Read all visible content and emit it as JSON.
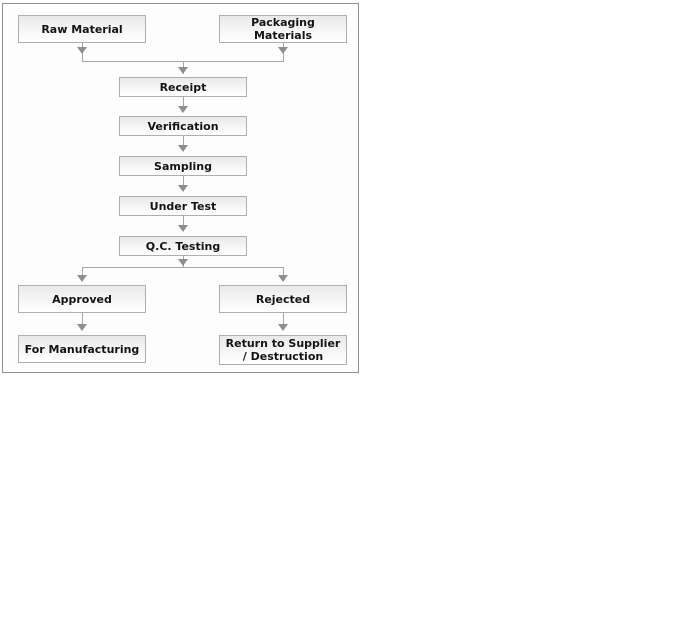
{
  "flowchart": {
    "description": "Material quality-control flow diagram",
    "nodes": [
      {
        "id": "raw-material",
        "label": "Raw Material"
      },
      {
        "id": "packaging-materials",
        "label": "Packaging Materials"
      },
      {
        "id": "receipt",
        "label": "Receipt"
      },
      {
        "id": "verification",
        "label": "Verification"
      },
      {
        "id": "sampling",
        "label": "Sampling"
      },
      {
        "id": "under-test",
        "label": "Under Test"
      },
      {
        "id": "qc-testing",
        "label": "Q.C. Testing"
      },
      {
        "id": "approved",
        "label": "Approved"
      },
      {
        "id": "rejected",
        "label": "Rejected"
      },
      {
        "id": "for-manufacturing",
        "label": "For Manufacturing"
      },
      {
        "id": "return-to-supplier",
        "label": "Return to Supplier / Destruction"
      }
    ],
    "edges": [
      {
        "from": "raw-material",
        "to": "receipt"
      },
      {
        "from": "packaging-materials",
        "to": "receipt"
      },
      {
        "from": "receipt",
        "to": "verification"
      },
      {
        "from": "verification",
        "to": "sampling"
      },
      {
        "from": "sampling",
        "to": "under-test"
      },
      {
        "from": "under-test",
        "to": "qc-testing"
      },
      {
        "from": "qc-testing",
        "to": "approved"
      },
      {
        "from": "qc-testing",
        "to": "rejected"
      },
      {
        "from": "approved",
        "to": "for-manufacturing"
      },
      {
        "from": "rejected",
        "to": "return-to-supplier"
      }
    ],
    "colors": {
      "panel_border": "#909090",
      "box_border": "#aeaeae",
      "box_fill_top": "#e9e9e9",
      "box_fill_bottom": "#ffffff",
      "connector_line": "#a6a6a6",
      "arrowhead": "#8f8f8f",
      "text": "#141414"
    }
  }
}
